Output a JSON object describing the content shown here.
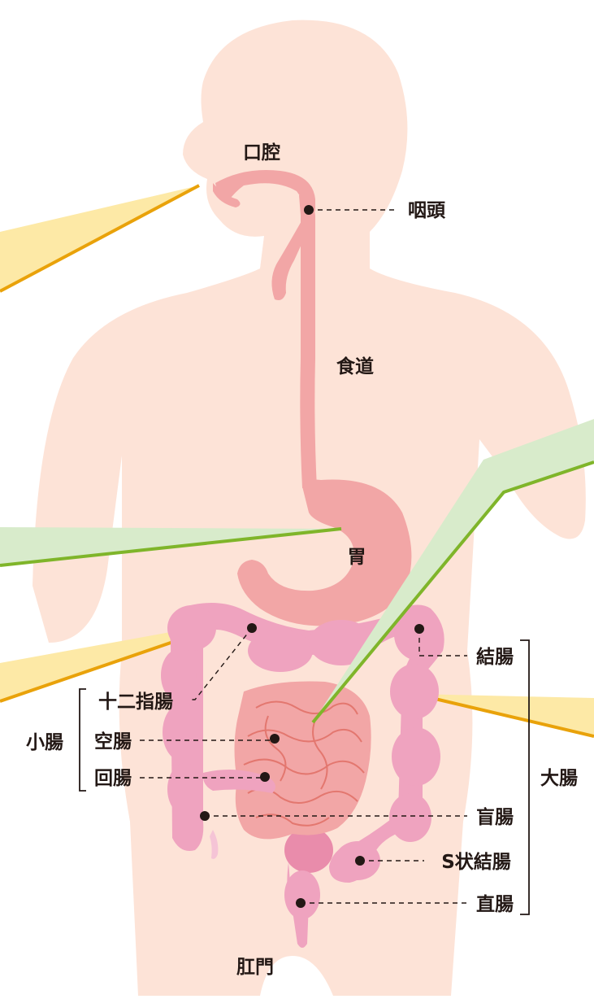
{
  "labels": {
    "oral_cavity": "口腔",
    "pharynx": "咽頭",
    "esophagus": "食道",
    "stomach": "胃",
    "colon": "結腸",
    "duodenum": "十二指腸",
    "small_intestine": "小腸",
    "jejunum": "空腸",
    "ileum": "回腸",
    "large_intestine": "大腸",
    "cecum": "盲腸",
    "sigmoid_colon": "S状結腸",
    "rectum": "直腸",
    "anus": "肛門"
  },
  "colors": {
    "body": "#fde3d7",
    "digestive_tract": "#f2a6a6",
    "intestine": "#efa3bf",
    "intestine_dark": "#e98cab",
    "small_intestine_loops": "#e3776f",
    "yellow_beam": "#fde9a6",
    "yellow_beam_edge": "#e9a20a",
    "green_beam": "#d8ebcb",
    "green_beam_edge": "#7fb52a"
  }
}
